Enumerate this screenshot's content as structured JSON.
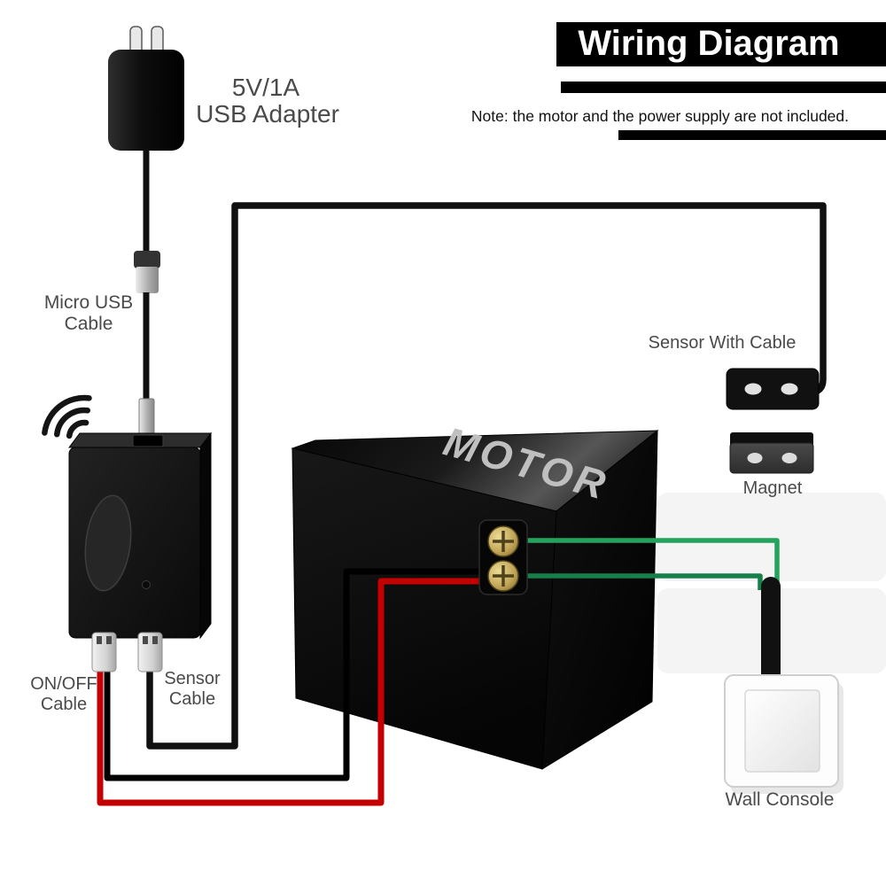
{
  "header": {
    "title": "Wiring Diagram",
    "note": "Note: the motor and the power supply are not included."
  },
  "labels": {
    "adapter_spec": "5V/1A",
    "adapter_name": "USB Adapter",
    "micro_usb_1": "Micro USB",
    "micro_usb_2": "Cable",
    "sensor_with_cable": "Sensor With Cable",
    "magnet": "Magnet",
    "motor": "MOTOR",
    "onoff_1": "ON/OFF",
    "onoff_2": "Cable",
    "sensor_cable_1": "Sensor",
    "sensor_cable_2": "Cable",
    "wall_console": "Wall  Console"
  },
  "colors": {
    "title_bg": "#000000",
    "title_text": "#ffffff",
    "label_text": "#4a4a4a",
    "wire_black": "#101010",
    "wire_red": "#c40000",
    "wire_green_top": "#23a35c",
    "wire_green_bottom": "#15804a",
    "terminal_gold": "#bfa355",
    "device_black": "#161616"
  }
}
